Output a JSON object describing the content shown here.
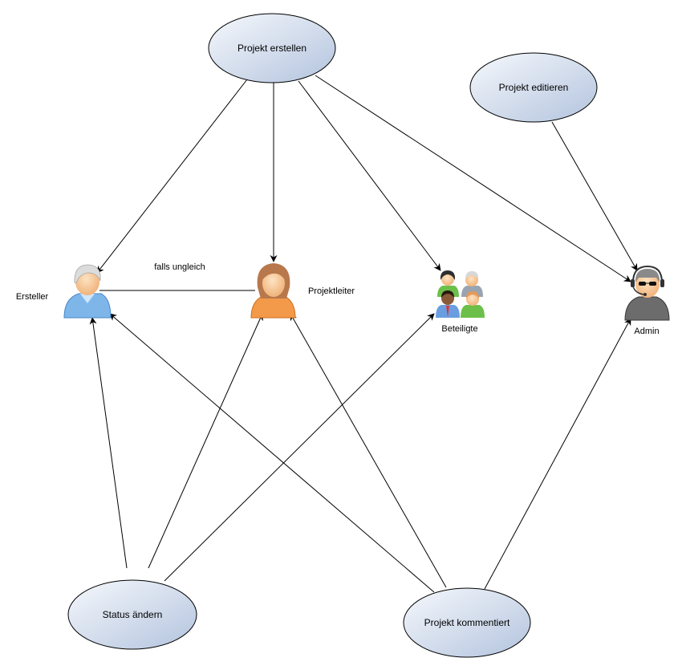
{
  "colors": {
    "ellipse_fill_light": "#f4f7fc",
    "ellipse_fill_dark": "#b7c7e0",
    "ellipse_stroke": "#000000",
    "edge_stroke": "#000000"
  },
  "use_cases": {
    "projekt_erstellen": "Projekt erstellen",
    "projekt_editieren": "Projekt editieren",
    "status_aendern": "Status ändern",
    "projekt_kommentiert": "Projekt kommentiert"
  },
  "actors": {
    "ersteller": {
      "label": "Ersteller",
      "icon": "user-grey-hair-icon"
    },
    "projektleiter": {
      "label": "Projektleiter",
      "icon": "user-female-icon"
    },
    "beteiligte": {
      "label": "Beteiligte",
      "icon": "user-group-icon"
    },
    "admin": {
      "label": "Admin",
      "icon": "admin-headset-icon"
    }
  },
  "edge_labels": {
    "ersteller_projektleiter": "falls ungleich"
  }
}
